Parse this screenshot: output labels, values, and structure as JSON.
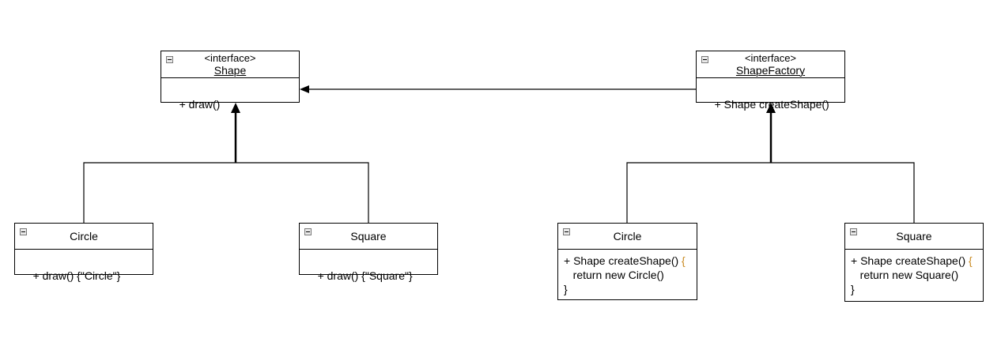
{
  "diagram": {
    "classes": {
      "shape": {
        "stereotype": "<interface>",
        "name": "Shape",
        "members": [
          "+ draw()"
        ]
      },
      "shape_factory": {
        "stereotype": "<interface>",
        "name": "ShapeFactory",
        "members": [
          "+ Shape createShape()"
        ]
      },
      "circle": {
        "name": "Circle",
        "members": [
          "+ draw() {\"Circle\"}"
        ]
      },
      "square": {
        "name": "Square",
        "members": [
          "+ draw() {\"Square\"}"
        ]
      },
      "circle_factory": {
        "name": "Circle",
        "member_line1": "+ Shape createShape() ",
        "brace": "{",
        "member_line2": "   return new Circle()",
        "member_line3": "}"
      },
      "square_factory": {
        "name": "Square",
        "member_line1": "+ Shape createShape() ",
        "brace": "{",
        "member_line2": "   return new Square()",
        "member_line3": "}"
      }
    },
    "relations": [
      {
        "from": "circle",
        "to": "shape",
        "type": "implements"
      },
      {
        "from": "square",
        "to": "shape",
        "type": "implements"
      },
      {
        "from": "circle_factory",
        "to": "shape_factory",
        "type": "implements"
      },
      {
        "from": "square_factory",
        "to": "shape_factory",
        "type": "implements"
      },
      {
        "from": "shape_factory",
        "to": "shape",
        "type": "association"
      }
    ],
    "colors": {
      "line": "#000000",
      "brace": "#c8881e",
      "collapse_border": "#7a7a7a"
    },
    "icons": {
      "collapse": "collapse-minus-icon"
    }
  }
}
